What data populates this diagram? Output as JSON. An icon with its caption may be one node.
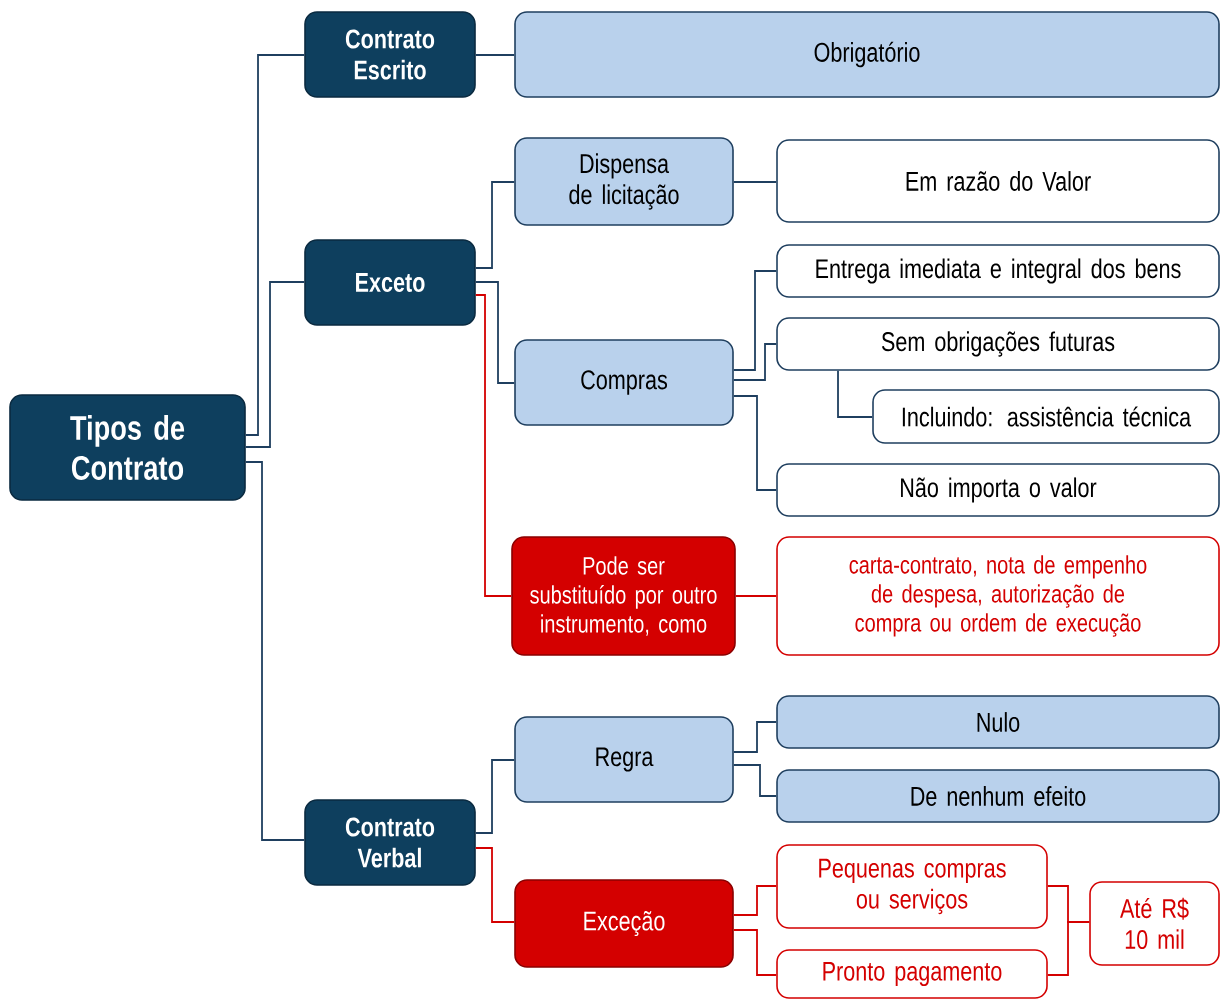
{
  "diagram": {
    "nodes": [
      {
        "text": [
          "Tipos de Contrato"
        ]
      },
      {
        "text": [
          "Contrato Escrito"
        ]
      },
      {
        "text": [
          "Obrigatório"
        ]
      },
      {
        "text": [
          "Exceto"
        ]
      },
      {
        "text": [
          "Dispensa de licitação"
        ]
      },
      {
        "text": [
          "Em razão do Valor"
        ]
      },
      {
        "text": [
          "Compras"
        ]
      },
      {
        "text": [
          "Entrega imediata e integral dos bens"
        ]
      },
      {
        "text": [
          "Sem obrigações futuras"
        ]
      },
      {
        "text": [
          "Incluindo: assistência técnica"
        ]
      },
      {
        "text": [
          "Não importa o valor"
        ]
      },
      {
        "text": [
          "Pode ser substituído por outro instrumento, como"
        ]
      },
      {
        "text": [
          "carta-contrato, nota de empenho de despesa, autorização de compra ou ordem de execução"
        ]
      },
      {
        "text": [
          "Contrato Verbal"
        ]
      },
      {
        "text": [
          "Regra"
        ]
      },
      {
        "text": [
          "Nulo"
        ]
      },
      {
        "text": [
          "De nenhum efeito"
        ]
      },
      {
        "text": [
          "Exceção"
        ]
      },
      {
        "text": [
          "Pequenas compras ou serviços"
        ]
      },
      {
        "text": [
          "Pronto pagamento"
        ]
      },
      {
        "text": [
          "Até R$ 10 mil"
        ]
      }
    ],
    "edges": [
      {
        "from": 0,
        "to": 1,
        "arrow": "none"
      },
      {
        "from": 0,
        "to": 3,
        "arrow": "none"
      },
      {
        "from": 0,
        "to": 13,
        "arrow": "none"
      },
      {
        "from": 1,
        "to": 2,
        "arrow": "none"
      },
      {
        "from": 3,
        "to": 4,
        "arrow": "none"
      },
      {
        "from": 3,
        "to": 6,
        "arrow": "none"
      },
      {
        "from": 3,
        "to": 11,
        "arrow": "none",
        "color": "#d40000"
      },
      {
        "from": 4,
        "to": 5,
        "arrow": "none"
      },
      {
        "from": 6,
        "to": 7,
        "arrow": "none"
      },
      {
        "from": 6,
        "to": 8,
        "arrow": "none"
      },
      {
        "from": 6,
        "to": 10,
        "arrow": "none"
      },
      {
        "from": 8,
        "to": 9,
        "arrow": "none"
      },
      {
        "from": 11,
        "to": 12,
        "arrow": "none",
        "color": "#d40000"
      },
      {
        "from": 13,
        "to": 14,
        "arrow": "none"
      },
      {
        "from": 13,
        "to": 17,
        "arrow": "none",
        "color": "#d40000"
      },
      {
        "from": 14,
        "to": 15,
        "arrow": "none"
      },
      {
        "from": 14,
        "to": 16,
        "arrow": "none"
      },
      {
        "from": 17,
        "to": 18,
        "arrow": "none",
        "color": "#d40000"
      },
      {
        "from": 17,
        "to": 19,
        "arrow": "none",
        "color": "#d40000"
      },
      {
        "from": 18,
        "to": 20,
        "arrow": "none",
        "color": "#d40000"
      },
      {
        "from": 19,
        "to": 20,
        "arrow": "none",
        "color": "#d40000"
      }
    ]
  }
}
